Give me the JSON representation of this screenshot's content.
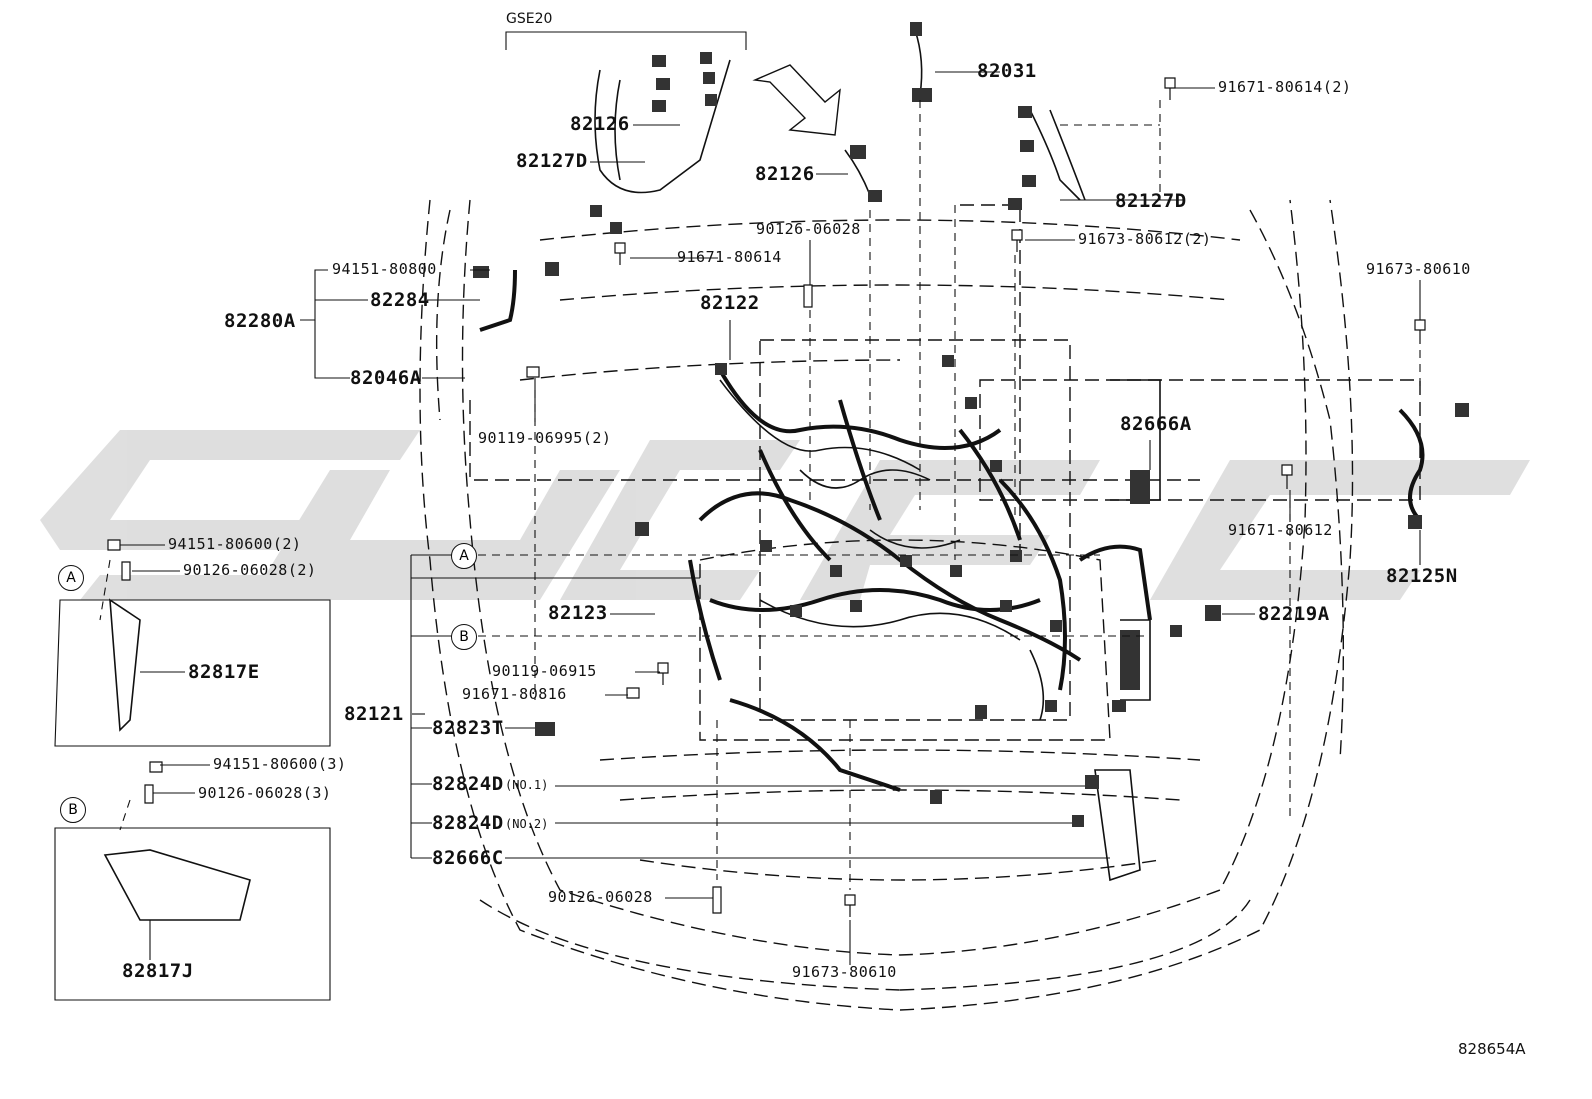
{
  "diagram": {
    "group_label": "GSE20",
    "document_id": "828654A",
    "parts": {
      "p82126_top": "82126",
      "p82127D_top": "82127D",
      "p82126": "82126",
      "p82031": "82031",
      "p82127D": "82127D",
      "p91671_80614_2": "91671-80614(2)",
      "p91673_80612_2": "91673-80612(2)",
      "p90126_06028_a": "90126-06028",
      "p91671_80614": "91671-80614",
      "p91673_80610_r": "91673-80610",
      "p94151_80800": "94151-80800",
      "p82284": "82284",
      "p82280A": "82280A",
      "p82122": "82122",
      "p82046A": "82046A",
      "p90119_06995_2": "90119-06995(2)",
      "p82666A": "82666A",
      "p91671_80612": "91671-80612",
      "p82125N": "82125N",
      "p94151_80600_2": "94151-80600(2)",
      "p90126_06028_2": "90126-06028(2)",
      "p82817E": "82817E",
      "p82123": "82123",
      "p82219A": "82219A",
      "p90119_06915": "90119-06915",
      "p91671_80816": "91671-80816",
      "p82121": "82121",
      "p82823T": "82823T",
      "p94151_80600_3": "94151-80600(3)",
      "p90126_06028_3": "90126-06028(3)",
      "p82824D_1": "82824D",
      "p82824D_2": "82824D",
      "p82666C": "82666C",
      "p90126_06028_b": "90126-06028",
      "p82817J": "82817J",
      "p91673_80610_b": "91673-80610"
    },
    "notes": {
      "no1": "(NO.1)",
      "no2": "(NO.2)"
    },
    "callouts": {
      "a": "A",
      "b": "B"
    }
  }
}
